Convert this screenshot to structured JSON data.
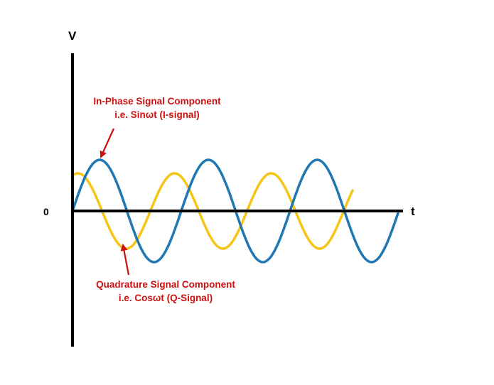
{
  "axes": {
    "y_label": "V",
    "x_label": "t",
    "origin_label": "0",
    "axis_color": "#000000"
  },
  "signals": {
    "in_phase": {
      "function": "sin",
      "color": "#1f77b4",
      "annotation_line1": "In-Phase Signal Component",
      "annotation_line2": "i.e. Sinωt (I-signal)"
    },
    "quadrature": {
      "function": "cos",
      "color": "#f5c518",
      "annotation_line1": "Quadrature Signal Component",
      "annotation_line2": "i.e. Cosωt (Q-Signal)"
    }
  },
  "annotation_color": "#cc1111"
}
